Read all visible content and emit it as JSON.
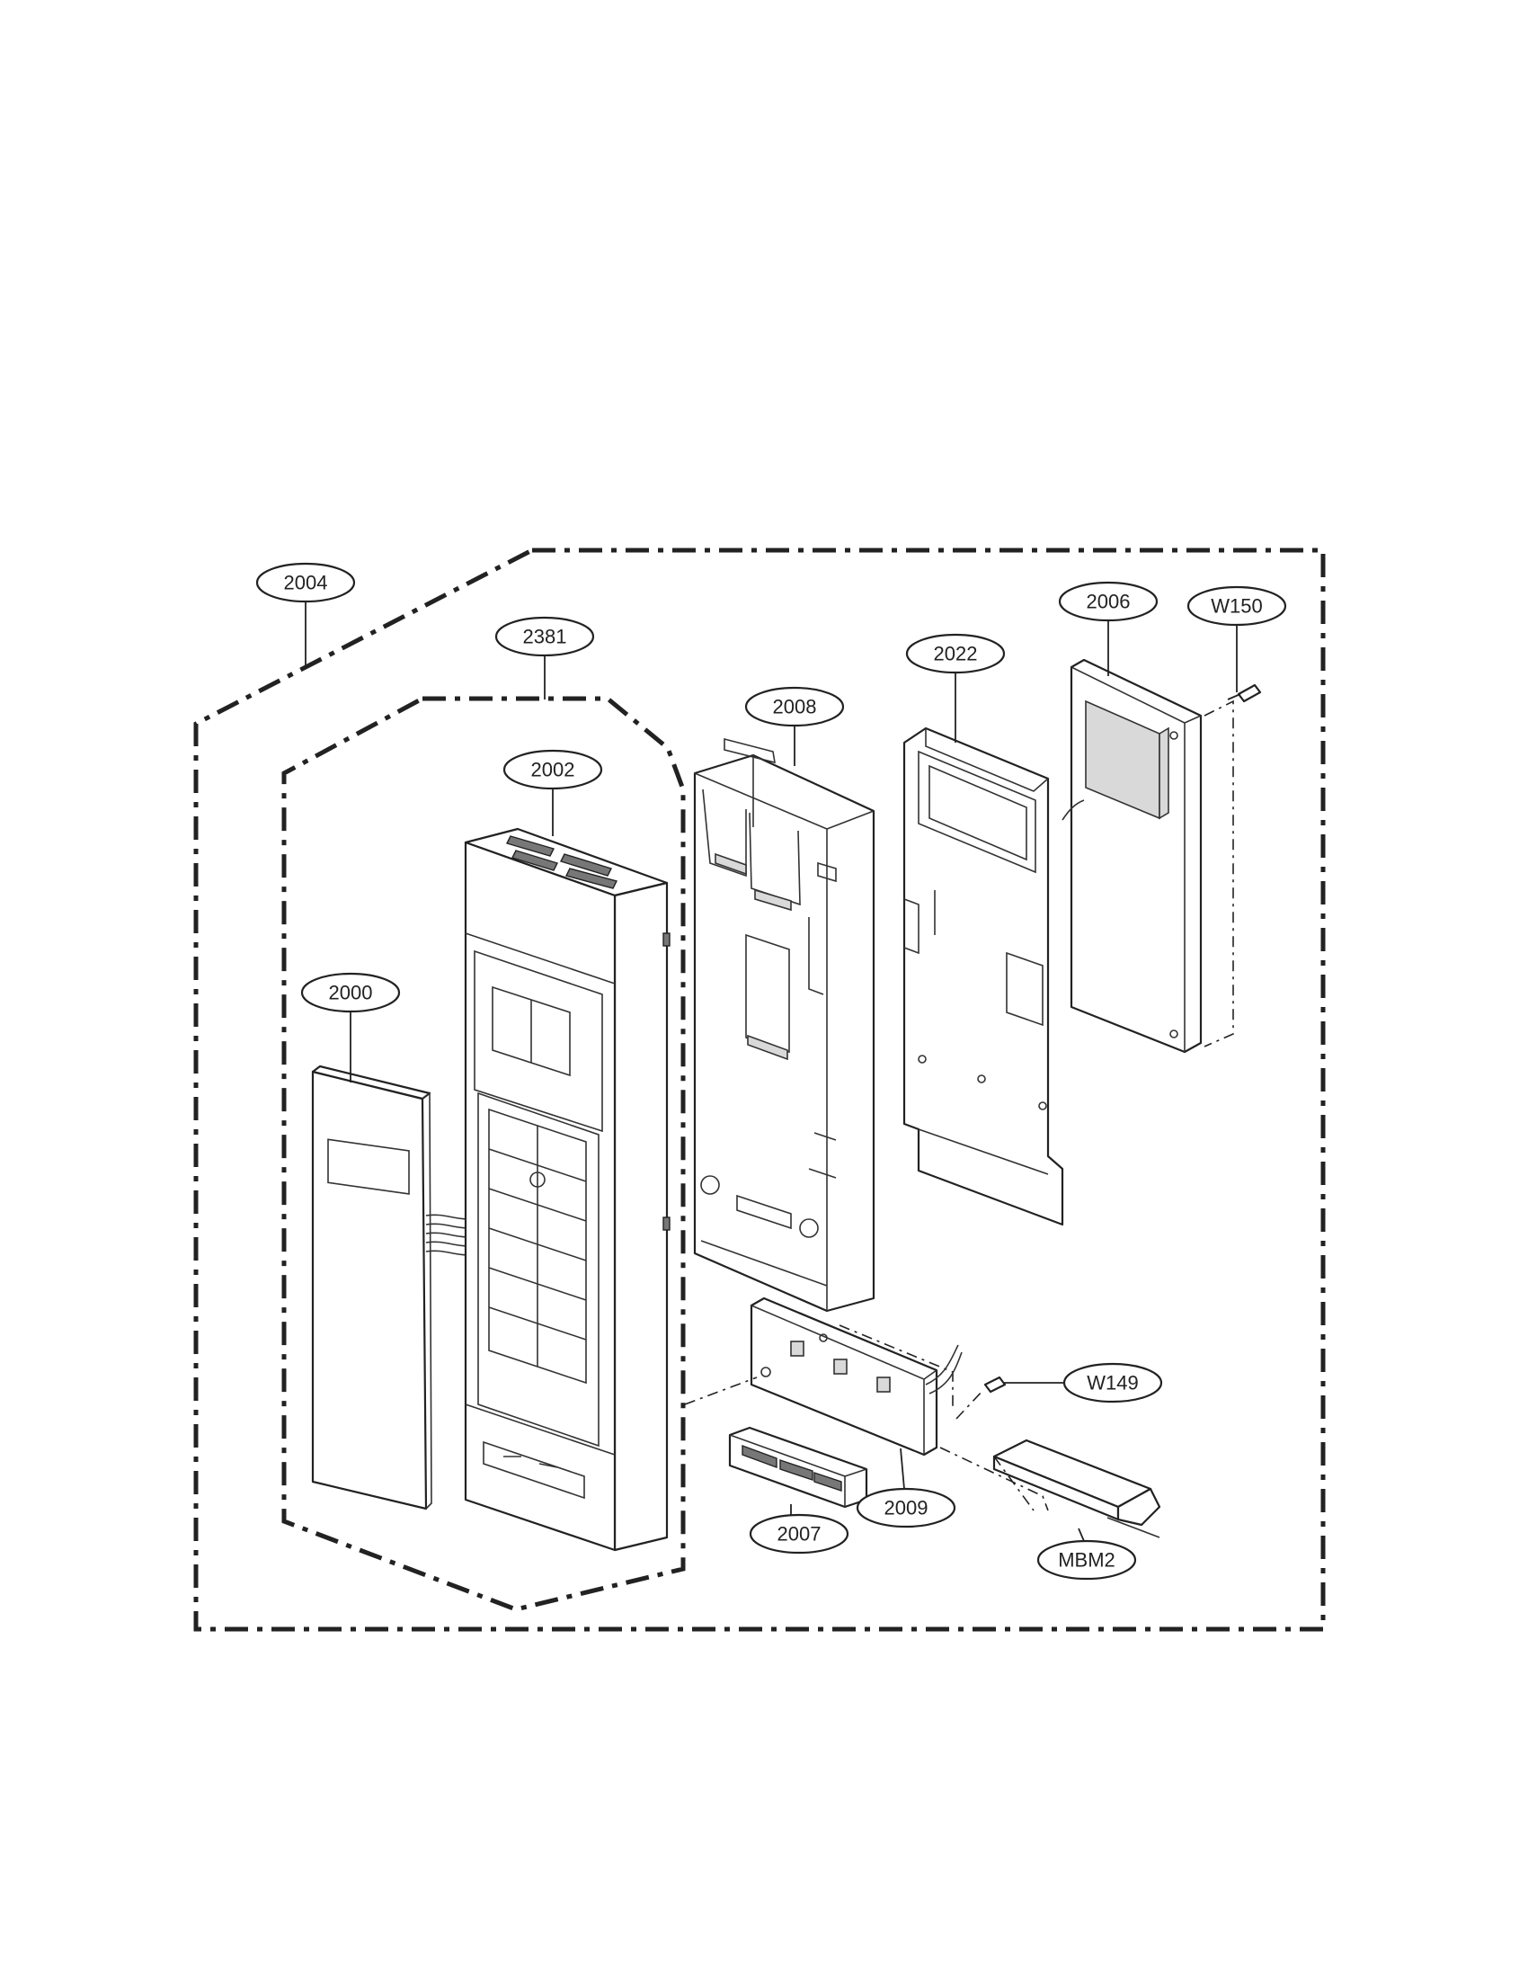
{
  "diagram": {
    "callouts": [
      {
        "id": "c2004",
        "label": "2004"
      },
      {
        "id": "c2381",
        "label": "2381"
      },
      {
        "id": "c2002",
        "label": "2002"
      },
      {
        "id": "c2000",
        "label": "2000"
      },
      {
        "id": "c2008",
        "label": "2008"
      },
      {
        "id": "c2022",
        "label": "2022"
      },
      {
        "id": "c2006",
        "label": "2006"
      },
      {
        "id": "cW150",
        "label": "W150"
      },
      {
        "id": "cW149",
        "label": "W149"
      },
      {
        "id": "c2009",
        "label": "2009"
      },
      {
        "id": "c2007",
        "label": "2007"
      },
      {
        "id": "cMBM2",
        "label": "MBM2"
      }
    ]
  }
}
